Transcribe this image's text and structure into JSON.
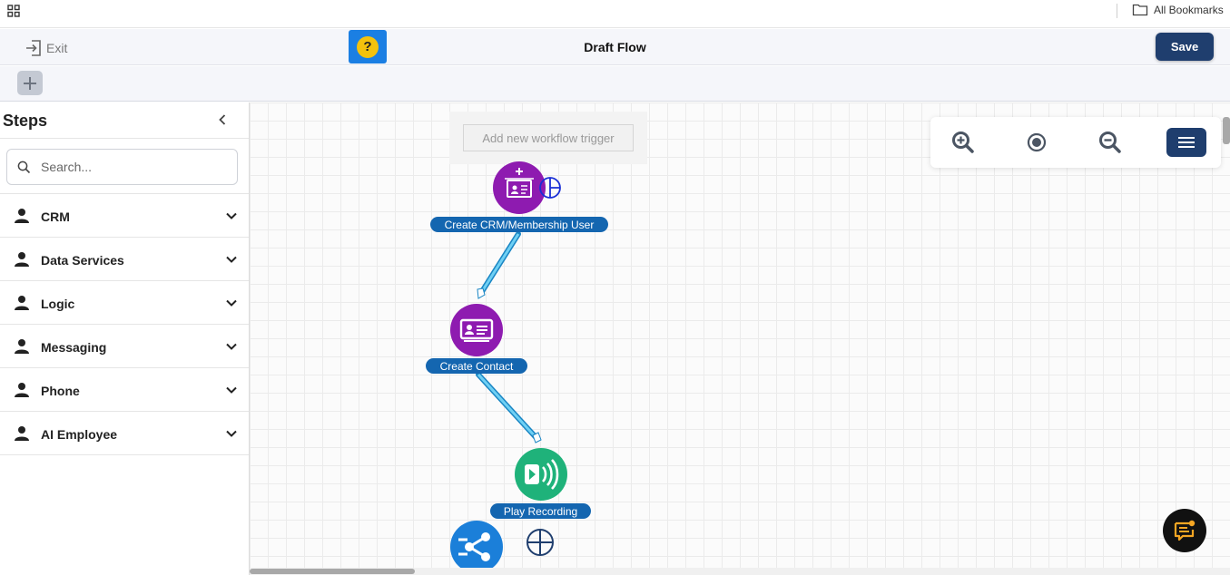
{
  "browser": {
    "bookmarks_label": "All Bookmarks"
  },
  "header": {
    "exit_label": "Exit",
    "help_label": "?",
    "title": "Draft Flow",
    "save_label": "Save"
  },
  "sidebar": {
    "title": "Steps",
    "search_placeholder": "Search...",
    "categories": [
      {
        "label": "CRM"
      },
      {
        "label": "Data Services"
      },
      {
        "label": "Logic"
      },
      {
        "label": "Messaging"
      },
      {
        "label": "Phone"
      },
      {
        "label": "AI Employee"
      }
    ]
  },
  "canvas": {
    "trigger_label": "Add new workflow trigger",
    "nodes": [
      {
        "label": "Create CRM/Membership User",
        "color": "#8e1bb0"
      },
      {
        "label": "Create Contact",
        "color": "#8e1bb0"
      },
      {
        "label": "Play Recording",
        "color": "#1fb27a"
      },
      {
        "label": "",
        "color": "#1b7fd9"
      }
    ]
  },
  "colors": {
    "accent": "#1f3e6e",
    "node_label": "#1466b0",
    "connector": "#29a8e0"
  }
}
